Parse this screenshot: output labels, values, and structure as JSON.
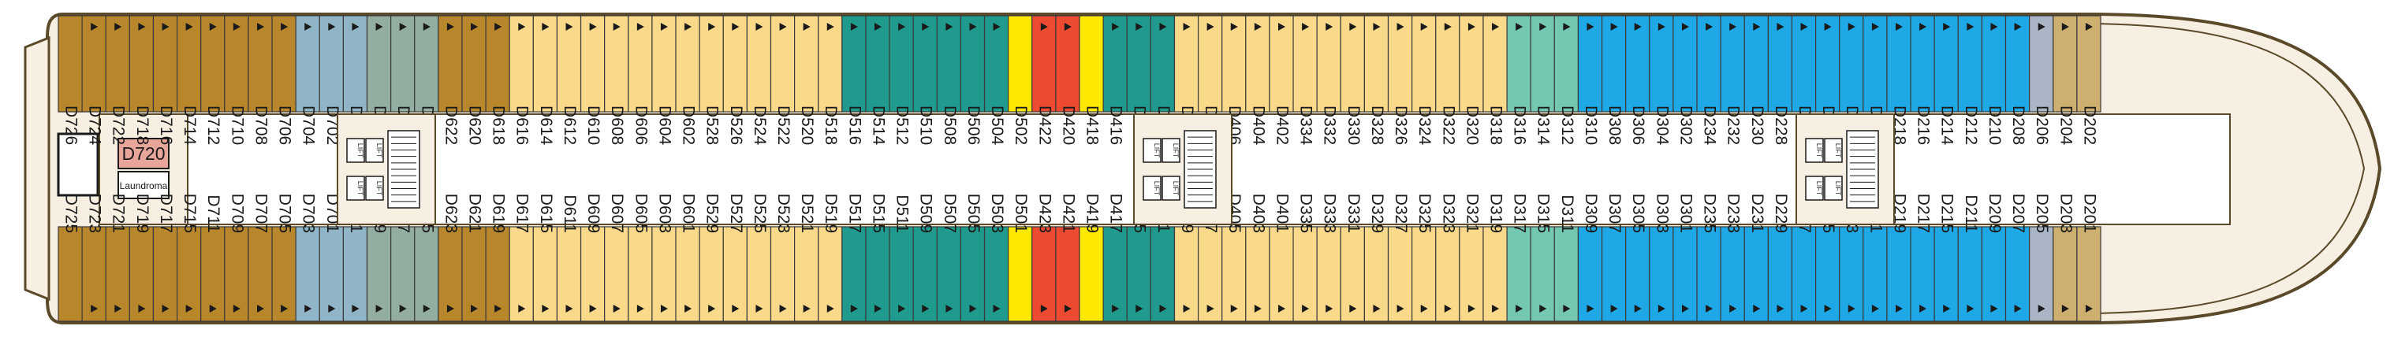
{
  "colors": {
    "hull_outline": "#5a4a2a",
    "deck_floor": "#f6efe2",
    "corridor": "#ffffff",
    "grade_brown": "#b8862b",
    "grade_steel": "#8fb5c6",
    "grade_sage": "#93aea0",
    "grade_cream": "#fbd98a",
    "grade_teal": "#1f9a8c",
    "grade_yellow": "#ffe800",
    "grade_red": "#ec4b32",
    "grade_mint": "#74c7b0",
    "grade_blue": "#1ea8e6",
    "grade_grey": "#aab6c6",
    "grade_tan": "#cdb070",
    "laundry_pink": "#e8a59a"
  },
  "facilities": {
    "laundry_cabin": "D720",
    "laundry_label": "Laundroma",
    "lift_label": "LIFT"
  },
  "cabins": {
    "top_row": [
      {
        "id": "D726",
        "grade": "brown",
        "arrow": "none"
      },
      {
        "id": "D724",
        "grade": "brown",
        "arrow": "up"
      },
      {
        "id": "D722",
        "grade": "brown",
        "arrow": "up"
      },
      {
        "id": "D718",
        "grade": "brown",
        "arrow": "up"
      },
      {
        "id": "D716",
        "grade": "brown",
        "arrow": "up"
      },
      {
        "id": "D714",
        "grade": "brown",
        "arrow": "up"
      },
      {
        "id": "D712",
        "grade": "brown",
        "arrow": "up"
      },
      {
        "id": "D710",
        "grade": "brown",
        "arrow": "up"
      },
      {
        "id": "D708",
        "grade": "brown",
        "arrow": "up"
      },
      {
        "id": "D706",
        "grade": "brown",
        "arrow": "up"
      },
      {
        "id": "D704",
        "grade": "steel",
        "arrow": "up"
      },
      {
        "id": "D702",
        "grade": "steel",
        "arrow": "up"
      },
      {
        "id": "D630",
        "grade": "steel",
        "arrow": "up"
      },
      {
        "id": "D628",
        "grade": "sage",
        "arrow": "up"
      },
      {
        "id": "D626",
        "grade": "sage",
        "arrow": "up"
      },
      {
        "id": "D624",
        "grade": "sage",
        "arrow": "up"
      },
      {
        "id": "D622",
        "grade": "brown",
        "arrow": "up"
      },
      {
        "id": "D620",
        "grade": "brown",
        "arrow": "up"
      },
      {
        "id": "D618",
        "grade": "brown",
        "arrow": "up"
      },
      {
        "id": "D616",
        "grade": "cream",
        "arrow": "up"
      },
      {
        "id": "D614",
        "grade": "cream",
        "arrow": "up"
      },
      {
        "id": "D612",
        "grade": "cream",
        "arrow": "up"
      },
      {
        "id": "D610",
        "grade": "cream",
        "arrow": "up"
      },
      {
        "id": "D608",
        "grade": "cream",
        "arrow": "up"
      },
      {
        "id": "D606",
        "grade": "cream",
        "arrow": "up"
      },
      {
        "id": "D604",
        "grade": "cream",
        "arrow": "up"
      },
      {
        "id": "D602",
        "grade": "cream",
        "arrow": "up"
      },
      {
        "id": "D528",
        "grade": "cream",
        "arrow": "up"
      },
      {
        "id": "D526",
        "grade": "cream",
        "arrow": "up"
      },
      {
        "id": "D524",
        "grade": "cream",
        "arrow": "up"
      },
      {
        "id": "D522",
        "grade": "cream",
        "arrow": "up"
      },
      {
        "id": "D520",
        "grade": "cream",
        "arrow": "up"
      },
      {
        "id": "D518",
        "grade": "cream",
        "arrow": "up"
      },
      {
        "id": "D516",
        "grade": "teal",
        "arrow": "up"
      },
      {
        "id": "D514",
        "grade": "teal",
        "arrow": "up"
      },
      {
        "id": "D512",
        "grade": "teal",
        "arrow": "up"
      },
      {
        "id": "D510",
        "grade": "teal",
        "arrow": "up"
      },
      {
        "id": "D508",
        "grade": "teal",
        "arrow": "up"
      },
      {
        "id": "D506",
        "grade": "teal",
        "arrow": "up"
      },
      {
        "id": "D504",
        "grade": "teal",
        "arrow": "up"
      },
      {
        "id": "D502",
        "grade": "yellow",
        "arrow": "none"
      },
      {
        "id": "D422",
        "grade": "red",
        "arrow": "up"
      },
      {
        "id": "D420",
        "grade": "red",
        "arrow": "up"
      },
      {
        "id": "D418",
        "grade": "yellow",
        "arrow": "none"
      },
      {
        "id": "D416",
        "grade": "teal",
        "arrow": "up"
      },
      {
        "id": "D414",
        "grade": "teal",
        "arrow": "up"
      },
      {
        "id": "D412",
        "grade": "teal",
        "arrow": "up"
      },
      {
        "id": "D410",
        "grade": "cream",
        "arrow": "up"
      },
      {
        "id": "D408",
        "grade": "cream",
        "arrow": "up"
      },
      {
        "id": "D406",
        "grade": "cream",
        "arrow": "up"
      },
      {
        "id": "D404",
        "grade": "cream",
        "arrow": "up"
      },
      {
        "id": "D402",
        "grade": "cream",
        "arrow": "up"
      },
      {
        "id": "D334",
        "grade": "cream",
        "arrow": "up"
      },
      {
        "id": "D332",
        "grade": "cream",
        "arrow": "up"
      },
      {
        "id": "D330",
        "grade": "cream",
        "arrow": "up"
      },
      {
        "id": "D328",
        "grade": "cream",
        "arrow": "up"
      },
      {
        "id": "D326",
        "grade": "cream",
        "arrow": "up"
      },
      {
        "id": "D324",
        "grade": "cream",
        "arrow": "up"
      },
      {
        "id": "D322",
        "grade": "cream",
        "arrow": "up"
      },
      {
        "id": "D320",
        "grade": "cream",
        "arrow": "up"
      },
      {
        "id": "D318",
        "grade": "cream",
        "arrow": "up"
      },
      {
        "id": "D316",
        "grade": "mint",
        "arrow": "up"
      },
      {
        "id": "D314",
        "grade": "mint",
        "arrow": "up"
      },
      {
        "id": "D312",
        "grade": "mint",
        "arrow": "up"
      },
      {
        "id": "D310",
        "grade": "blue",
        "arrow": "up"
      },
      {
        "id": "D308",
        "grade": "blue",
        "arrow": "up"
      },
      {
        "id": "D306",
        "grade": "blue",
        "arrow": "up"
      },
      {
        "id": "D304",
        "grade": "blue",
        "arrow": "up"
      },
      {
        "id": "D302",
        "grade": "blue",
        "arrow": "up"
      },
      {
        "id": "D234",
        "grade": "blue",
        "arrow": "up"
      },
      {
        "id": "D232",
        "grade": "blue",
        "arrow": "up"
      },
      {
        "id": "D230",
        "grade": "blue",
        "arrow": "up"
      },
      {
        "id": "D228",
        "grade": "blue",
        "arrow": "up"
      },
      {
        "id": "D226",
        "grade": "blue",
        "arrow": "up"
      },
      {
        "id": "D224",
        "grade": "blue",
        "arrow": "up"
      },
      {
        "id": "D222",
        "grade": "blue",
        "arrow": "up"
      },
      {
        "id": "D220",
        "grade": "blue",
        "arrow": "up"
      },
      {
        "id": "D218",
        "grade": "blue",
        "arrow": "up"
      },
      {
        "id": "D216",
        "grade": "blue",
        "arrow": "up"
      },
      {
        "id": "D214",
        "grade": "blue",
        "arrow": "up"
      },
      {
        "id": "D212",
        "grade": "blue",
        "arrow": "up"
      },
      {
        "id": "D210",
        "grade": "blue",
        "arrow": "up"
      },
      {
        "id": "D208",
        "grade": "blue",
        "arrow": "up"
      },
      {
        "id": "D206",
        "grade": "grey",
        "arrow": "up"
      },
      {
        "id": "D204",
        "grade": "tan",
        "arrow": "up"
      },
      {
        "id": "D202",
        "grade": "tan",
        "arrow": "up"
      }
    ],
    "bottom_row": [
      {
        "id": "D725",
        "grade": "brown",
        "arrow": "none"
      },
      {
        "id": "D723",
        "grade": "brown",
        "arrow": "up"
      },
      {
        "id": "D721",
        "grade": "brown",
        "arrow": "up"
      },
      {
        "id": "D719",
        "grade": "brown",
        "arrow": "up"
      },
      {
        "id": "D717",
        "grade": "brown",
        "arrow": "up"
      },
      {
        "id": "D715",
        "grade": "brown",
        "arrow": "up"
      },
      {
        "id": "D711",
        "grade": "brown",
        "arrow": "up"
      },
      {
        "id": "D709",
        "grade": "brown",
        "arrow": "up"
      },
      {
        "id": "D707",
        "grade": "brown",
        "arrow": "up"
      },
      {
        "id": "D705",
        "grade": "brown",
        "arrow": "up"
      },
      {
        "id": "D703",
        "grade": "steel",
        "arrow": "up"
      },
      {
        "id": "D701",
        "grade": "steel",
        "arrow": "up"
      },
      {
        "id": "D631",
        "grade": "steel",
        "arrow": "up"
      },
      {
        "id": "D629",
        "grade": "sage",
        "arrow": "up"
      },
      {
        "id": "D627",
        "grade": "sage",
        "arrow": "up"
      },
      {
        "id": "D625",
        "grade": "sage",
        "arrow": "up"
      },
      {
        "id": "D623",
        "grade": "brown",
        "arrow": "up"
      },
      {
        "id": "D621",
        "grade": "brown",
        "arrow": "up"
      },
      {
        "id": "D619",
        "grade": "brown",
        "arrow": "up"
      },
      {
        "id": "D617",
        "grade": "cream",
        "arrow": "up"
      },
      {
        "id": "D615",
        "grade": "cream",
        "arrow": "up"
      },
      {
        "id": "D611",
        "grade": "cream",
        "arrow": "up"
      },
      {
        "id": "D609",
        "grade": "cream",
        "arrow": "up"
      },
      {
        "id": "D607",
        "grade": "cream",
        "arrow": "up"
      },
      {
        "id": "D605",
        "grade": "cream",
        "arrow": "up"
      },
      {
        "id": "D603",
        "grade": "cream",
        "arrow": "up"
      },
      {
        "id": "D601",
        "grade": "cream",
        "arrow": "up"
      },
      {
        "id": "D529",
        "grade": "cream",
        "arrow": "up"
      },
      {
        "id": "D527",
        "grade": "cream",
        "arrow": "up"
      },
      {
        "id": "D525",
        "grade": "cream",
        "arrow": "up"
      },
      {
        "id": "D523",
        "grade": "cream",
        "arrow": "up"
      },
      {
        "id": "D521",
        "grade": "cream",
        "arrow": "up"
      },
      {
        "id": "D519",
        "grade": "cream",
        "arrow": "up"
      },
      {
        "id": "D517",
        "grade": "teal",
        "arrow": "up"
      },
      {
        "id": "D515",
        "grade": "teal",
        "arrow": "up"
      },
      {
        "id": "D511",
        "grade": "teal",
        "arrow": "up"
      },
      {
        "id": "D509",
        "grade": "teal",
        "arrow": "up"
      },
      {
        "id": "D507",
        "grade": "teal",
        "arrow": "up"
      },
      {
        "id": "D505",
        "grade": "teal",
        "arrow": "up"
      },
      {
        "id": "D503",
        "grade": "teal",
        "arrow": "up"
      },
      {
        "id": "D501",
        "grade": "yellow",
        "arrow": "none"
      },
      {
        "id": "D423",
        "grade": "red",
        "arrow": "up"
      },
      {
        "id": "D421",
        "grade": "red",
        "arrow": "up"
      },
      {
        "id": "D419",
        "grade": "yellow",
        "arrow": "none"
      },
      {
        "id": "D417",
        "grade": "teal",
        "arrow": "up"
      },
      {
        "id": "D415",
        "grade": "teal",
        "arrow": "up"
      },
      {
        "id": "D411",
        "grade": "teal",
        "arrow": "up"
      },
      {
        "id": "D409",
        "grade": "cream",
        "arrow": "up"
      },
      {
        "id": "D407",
        "grade": "cream",
        "arrow": "up"
      },
      {
        "id": "D405",
        "grade": "cream",
        "arrow": "up"
      },
      {
        "id": "D403",
        "grade": "cream",
        "arrow": "up"
      },
      {
        "id": "D401",
        "grade": "cream",
        "arrow": "up"
      },
      {
        "id": "D335",
        "grade": "cream",
        "arrow": "up"
      },
      {
        "id": "D333",
        "grade": "cream",
        "arrow": "up"
      },
      {
        "id": "D331",
        "grade": "cream",
        "arrow": "up"
      },
      {
        "id": "D329",
        "grade": "cream",
        "arrow": "up"
      },
      {
        "id": "D327",
        "grade": "cream",
        "arrow": "up"
      },
      {
        "id": "D325",
        "grade": "cream",
        "arrow": "up"
      },
      {
        "id": "D323",
        "grade": "cream",
        "arrow": "up"
      },
      {
        "id": "D321",
        "grade": "cream",
        "arrow": "up"
      },
      {
        "id": "D319",
        "grade": "cream",
        "arrow": "up"
      },
      {
        "id": "D317",
        "grade": "mint",
        "arrow": "up"
      },
      {
        "id": "D315",
        "grade": "mint",
        "arrow": "up"
      },
      {
        "id": "D311",
        "grade": "mint",
        "arrow": "up"
      },
      {
        "id": "D309",
        "grade": "blue",
        "arrow": "up"
      },
      {
        "id": "D307",
        "grade": "blue",
        "arrow": "up"
      },
      {
        "id": "D305",
        "grade": "blue",
        "arrow": "up"
      },
      {
        "id": "D303",
        "grade": "blue",
        "arrow": "up"
      },
      {
        "id": "D301",
        "grade": "blue",
        "arrow": "up"
      },
      {
        "id": "D235",
        "grade": "blue",
        "arrow": "up"
      },
      {
        "id": "D233",
        "grade": "blue",
        "arrow": "up"
      },
      {
        "id": "D231",
        "grade": "blue",
        "arrow": "up"
      },
      {
        "id": "D229",
        "grade": "blue",
        "arrow": "up"
      },
      {
        "id": "D227",
        "grade": "blue",
        "arrow": "up"
      },
      {
        "id": "D225",
        "grade": "blue",
        "arrow": "up"
      },
      {
        "id": "D223",
        "grade": "blue",
        "arrow": "up"
      },
      {
        "id": "D221",
        "grade": "blue",
        "arrow": "up"
      },
      {
        "id": "D219",
        "grade": "blue",
        "arrow": "up"
      },
      {
        "id": "D217",
        "grade": "blue",
        "arrow": "up"
      },
      {
        "id": "D215",
        "grade": "blue",
        "arrow": "up"
      },
      {
        "id": "D211",
        "grade": "blue",
        "arrow": "up"
      },
      {
        "id": "D209",
        "grade": "blue",
        "arrow": "up"
      },
      {
        "id": "D207",
        "grade": "blue",
        "arrow": "up"
      },
      {
        "id": "D205",
        "grade": "grey",
        "arrow": "up"
      },
      {
        "id": "D203",
        "grade": "tan",
        "arrow": "up"
      },
      {
        "id": "D201",
        "grade": "tan",
        "arrow": "up"
      }
    ]
  }
}
